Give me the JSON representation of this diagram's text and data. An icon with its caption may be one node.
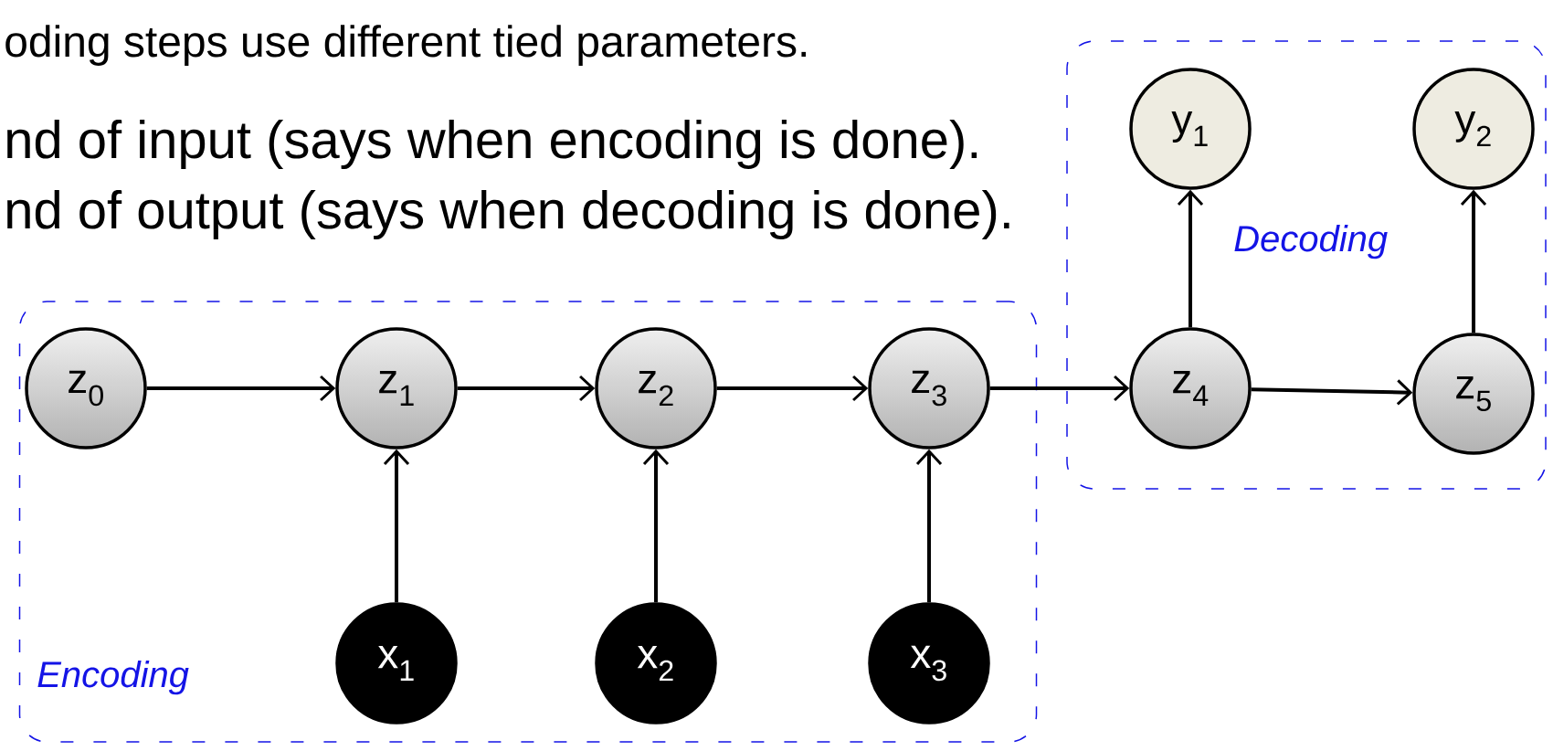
{
  "diagram": {
    "nodes": [
      {
        "text": [
          "Encoding"
        ]
      },
      {
        "text": [
          "z$_{0}$"
        ],
        "in": 0
      },
      {
        "text": [
          "z$_{1}$"
        ],
        "in": 0
      },
      {
        "text": [
          "z$_{2}$"
        ],
        "in": 0
      },
      {
        "text": [
          "z$_{3}$"
        ],
        "in": 0
      },
      {
        "text": [
          "x$_{1}$"
        ],
        "in": 0
      },
      {
        "text": [
          "x$_{2}$"
        ],
        "in": 0
      },
      {
        "text": [
          "x$_{3}$"
        ],
        "in": 0
      },
      {
        "text": [
          "Decoding"
        ]
      },
      {
        "text": [
          "y$_{1}$"
        ],
        "in": 8
      },
      {
        "text": [
          "y$_{2}$"
        ],
        "in": 8
      },
      {
        "text": [
          "z$_{4}$"
        ],
        "in": 8
      },
      {
        "text": [
          "z$_{5}$"
        ],
        "in": 8
      }
    ],
    "edges": [
      {
        "from": 1,
        "to": 2,
        "arrow": "to"
      },
      {
        "from": 2,
        "to": 3,
        "arrow": "to"
      },
      {
        "from": 3,
        "to": 4,
        "arrow": "to"
      },
      {
        "from": 5,
        "to": 2,
        "arrow": "to"
      },
      {
        "from": 6,
        "to": 3,
        "arrow": "to"
      },
      {
        "from": 7,
        "to": 4,
        "arrow": "to"
      },
      {
        "from": 4,
        "to": 11,
        "arrow": "to"
      },
      {
        "from": 11,
        "to": 12,
        "arrow": "to"
      },
      {
        "from": 11,
        "to": 9,
        "arrow": "to"
      },
      {
        "from": 12,
        "to": 10,
        "arrow": "to"
      }
    ],
    "labels": [
      "oding steps use different tied parameters.",
      "nd of input (says when encoding is done).",
      "nd of output (says when decoding is done)."
    ]
  }
}
